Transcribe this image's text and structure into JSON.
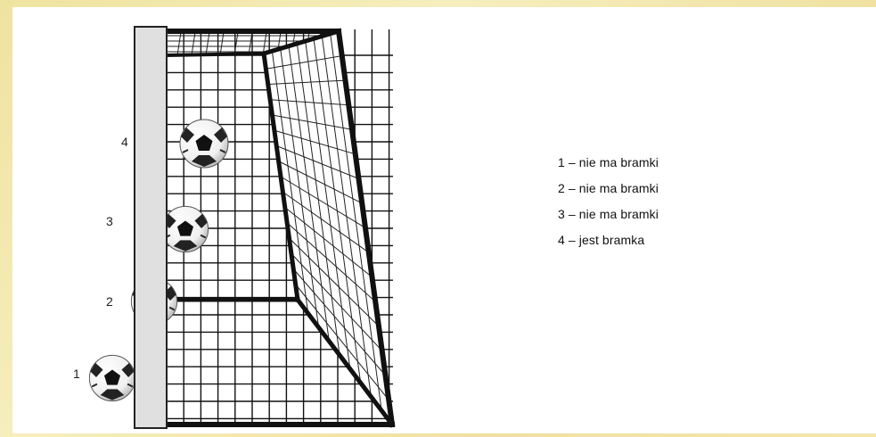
{
  "diagram": {
    "ball_labels": [
      "1",
      "2",
      "3",
      "4"
    ],
    "legend": [
      "1 – nie ma bramki",
      "2 – nie ma bramki",
      "3 – nie ma bramki",
      "4 – jest bramka"
    ]
  }
}
